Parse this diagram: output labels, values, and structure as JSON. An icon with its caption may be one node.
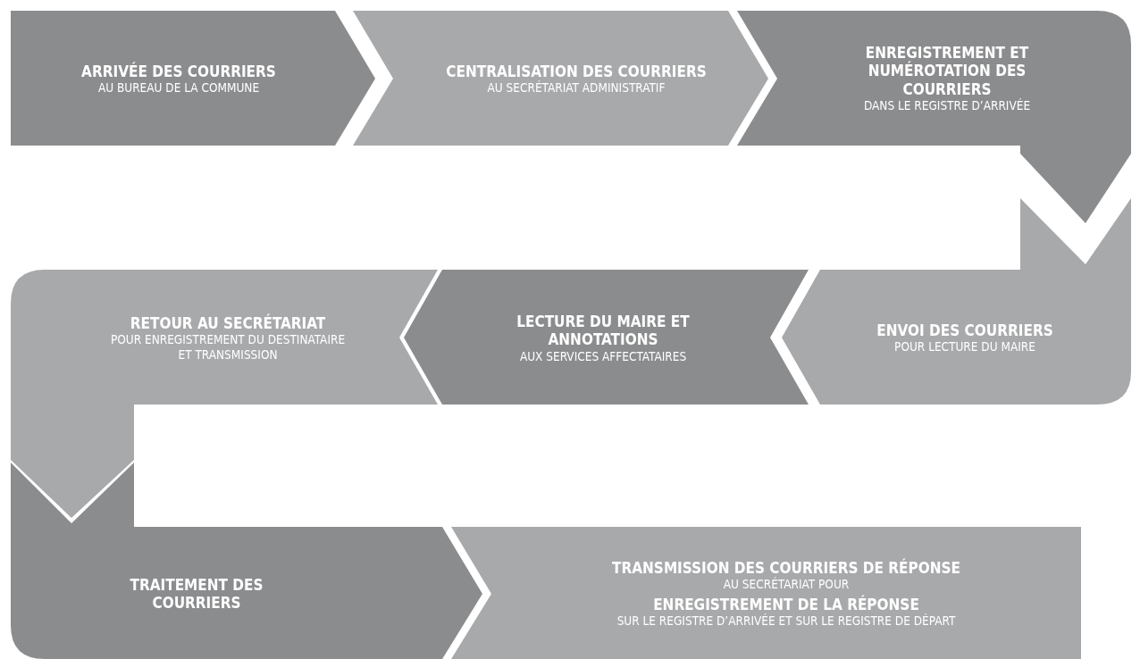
{
  "diagram": {
    "nodes": [
      {
        "text": [
          "ARRIVÉE DES COURRIERS",
          "AU BUREAU DE LA COMMUNE"
        ]
      },
      {
        "text": [
          "CENTRALISATION DES COURRIERS",
          "AU SECRÉTARIAT ADMINISTRATIF"
        ]
      },
      {
        "text": [
          "ENREGISTREMENT ET NUMÉROTATION DES COURRIERS",
          "DANS LE REGISTRE D’ARRIVÉE"
        ]
      },
      {
        "text": [
          "ENVOI DES COURRIERS",
          "POUR LECTURE DU MAIRE"
        ]
      },
      {
        "text": [
          "**LECTURE DU MAIRE** ET **ANNOTATIONS**",
          "AUX SERVICES AFFECTATAIRES"
        ]
      },
      {
        "text": [
          "RETOUR AU SECRÉTARIAT",
          "POUR ENREGISTREMENT DU DESTINATAIRE ET TRANSMISSION"
        ]
      },
      {
        "text": [
          "TRAITEMENT DES COURRIERS"
        ]
      },
      {
        "text": [
          "TRANSMISSION DES COURRIERS DE RÉPONSE",
          "AU SECRÉTARIAT POUR",
          "ENREGISTREMENT DE LA RÉPONSE",
          "SUR LE REGISTRE D’ARRIVÉE ET SUR LE REGISTRE DE DÉPART"
        ]
      }
    ]
  }
}
